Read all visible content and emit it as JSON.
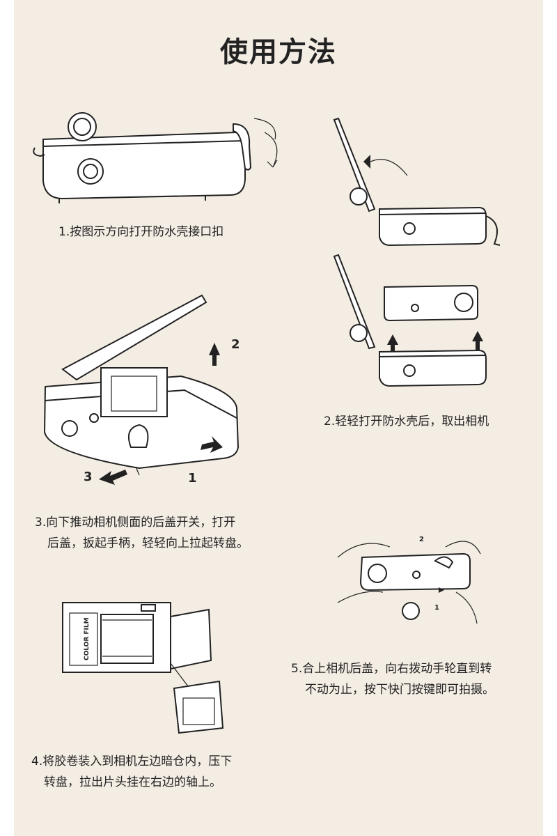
{
  "page": {
    "title": "使用方法"
  },
  "steps": [
    {
      "number": "1.",
      "text_line1": "按图示方向打开防水壳接口扣",
      "text_line2": ""
    },
    {
      "number": "2.",
      "text_line1": "轻轻打开防水壳后，取出相机",
      "text_line2": ""
    },
    {
      "number": "3.",
      "text_line1": "向下推动相机侧面的后盖开关，打开",
      "text_line2": "后盖，扳起手柄，轻轻向上拉起转盘。"
    },
    {
      "number": "4.",
      "text_line1": "将胶卷装入到相机左边暗仓内，压下",
      "text_line2": "转盘，拉出片头挂在右边的轴上。"
    },
    {
      "number": "5.",
      "text_line1": "合上相机后盖，向右拨动手轮直到转",
      "text_line2": "不动为止，按下快门按键即可拍摄。"
    }
  ],
  "figure_labels": {
    "step3": [
      "1",
      "2",
      "3"
    ],
    "step5": [
      "1",
      "2"
    ],
    "film": "COLOR FILM"
  },
  "colors": {
    "background": "#f4ede4",
    "ink": "#222222"
  }
}
